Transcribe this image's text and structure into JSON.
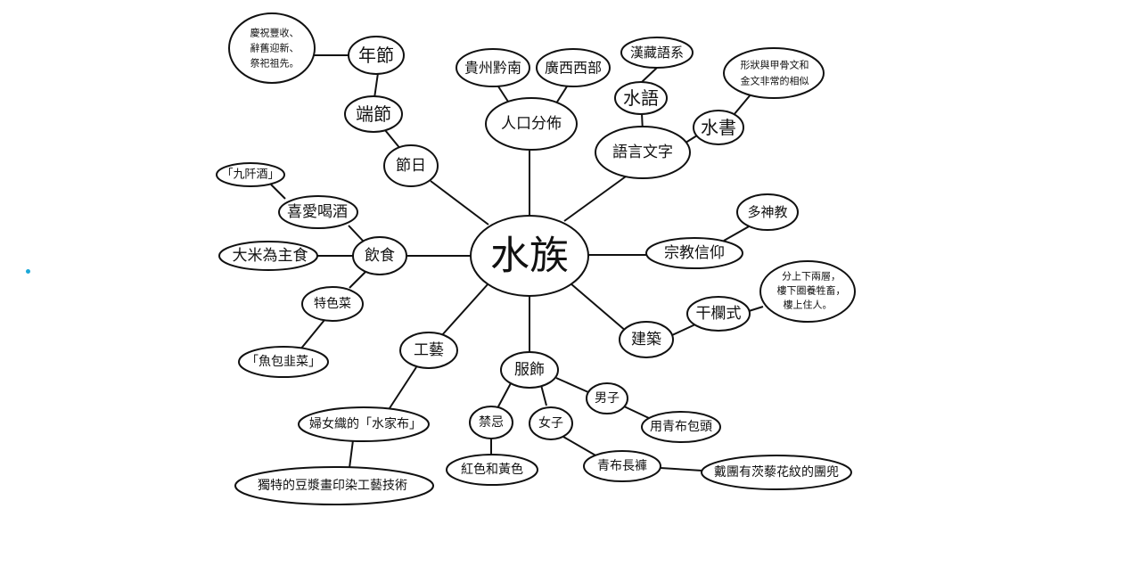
{
  "diagram": {
    "center": "水族",
    "nodes": {
      "festival": "節日",
      "duanjie": "端節",
      "nianjie": "年節",
      "nianjie_desc": [
        "慶祝豐收、",
        "辭舊迎新、",
        "祭祀祖先。"
      ],
      "population": "人口分佈",
      "guizhou": "貴州黔南",
      "guangxi": "廣西西部",
      "language": "語言文字",
      "shuiyu": "水語",
      "hanzang": "漢藏語系",
      "shuishu": "水書",
      "shuishu_desc": [
        "形狀與甲骨文和",
        "金文非常的相似"
      ],
      "religion": "宗教信仰",
      "polytheism": "多神教",
      "architecture": "建築",
      "ganlan": "干欄式",
      "ganlan_desc": [
        "分上下兩層，",
        "樓下圈養牲畜，",
        "樓上住人。"
      ],
      "clothing": "服飾",
      "men": "男子",
      "men_desc": "用青布包頭",
      "women": "女子",
      "women_pants": "青布長褲",
      "women_hat": "戴團有茨藜花紋的團兜",
      "taboo": "禁忌",
      "taboo_desc": "紅色和黃色",
      "crafts": "工藝",
      "crafts_cloth": "婦女織的「水家布」",
      "crafts_dye": "獨特的豆漿畫印染工藝技術",
      "diet": "飲食",
      "wine": "喜愛喝酒",
      "jiuqian": "「九阡酒」",
      "rice": "大米為主食",
      "special_dish": "特色菜",
      "fish": "「魚包韭菜」"
    }
  },
  "colors": {
    "line": "#111111",
    "cursor": "#1ca8d8"
  }
}
